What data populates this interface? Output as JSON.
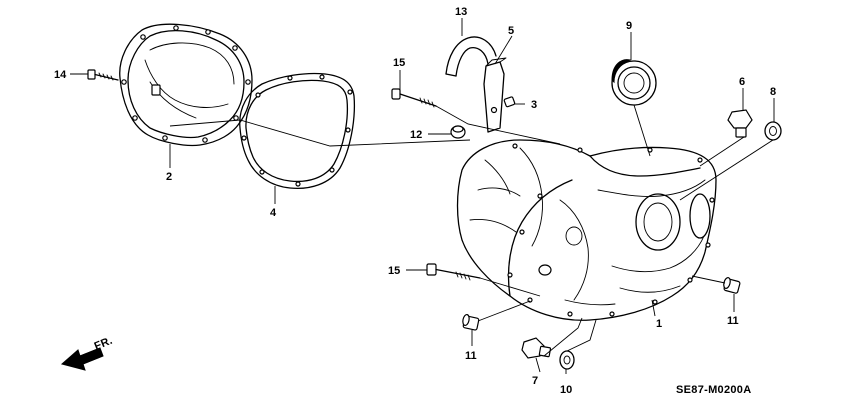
{
  "diagram": {
    "code": "SE87-M0200A",
    "direction_label": "FR.",
    "callouts": [
      "1",
      "2",
      "3",
      "4",
      "5",
      "6",
      "7",
      "8",
      "9",
      "10",
      "11",
      "12",
      "13",
      "14",
      "15"
    ],
    "callout_list": [
      {
        "id": "c14",
        "text": "14"
      },
      {
        "id": "c2",
        "text": "2"
      },
      {
        "id": "c4",
        "text": "4"
      },
      {
        "id": "c13",
        "text": "13"
      },
      {
        "id": "c5",
        "text": "5"
      },
      {
        "id": "c15a",
        "text": "15"
      },
      {
        "id": "c3",
        "text": "3"
      },
      {
        "id": "c12",
        "text": "12"
      },
      {
        "id": "c9",
        "text": "9"
      },
      {
        "id": "c6",
        "text": "6"
      },
      {
        "id": "c8",
        "text": "8"
      },
      {
        "id": "c15b",
        "text": "15"
      },
      {
        "id": "c11a",
        "text": "11"
      },
      {
        "id": "c7",
        "text": "7"
      },
      {
        "id": "c10",
        "text": "10"
      },
      {
        "id": "c1",
        "text": "1"
      },
      {
        "id": "c11b",
        "text": "11"
      }
    ]
  }
}
